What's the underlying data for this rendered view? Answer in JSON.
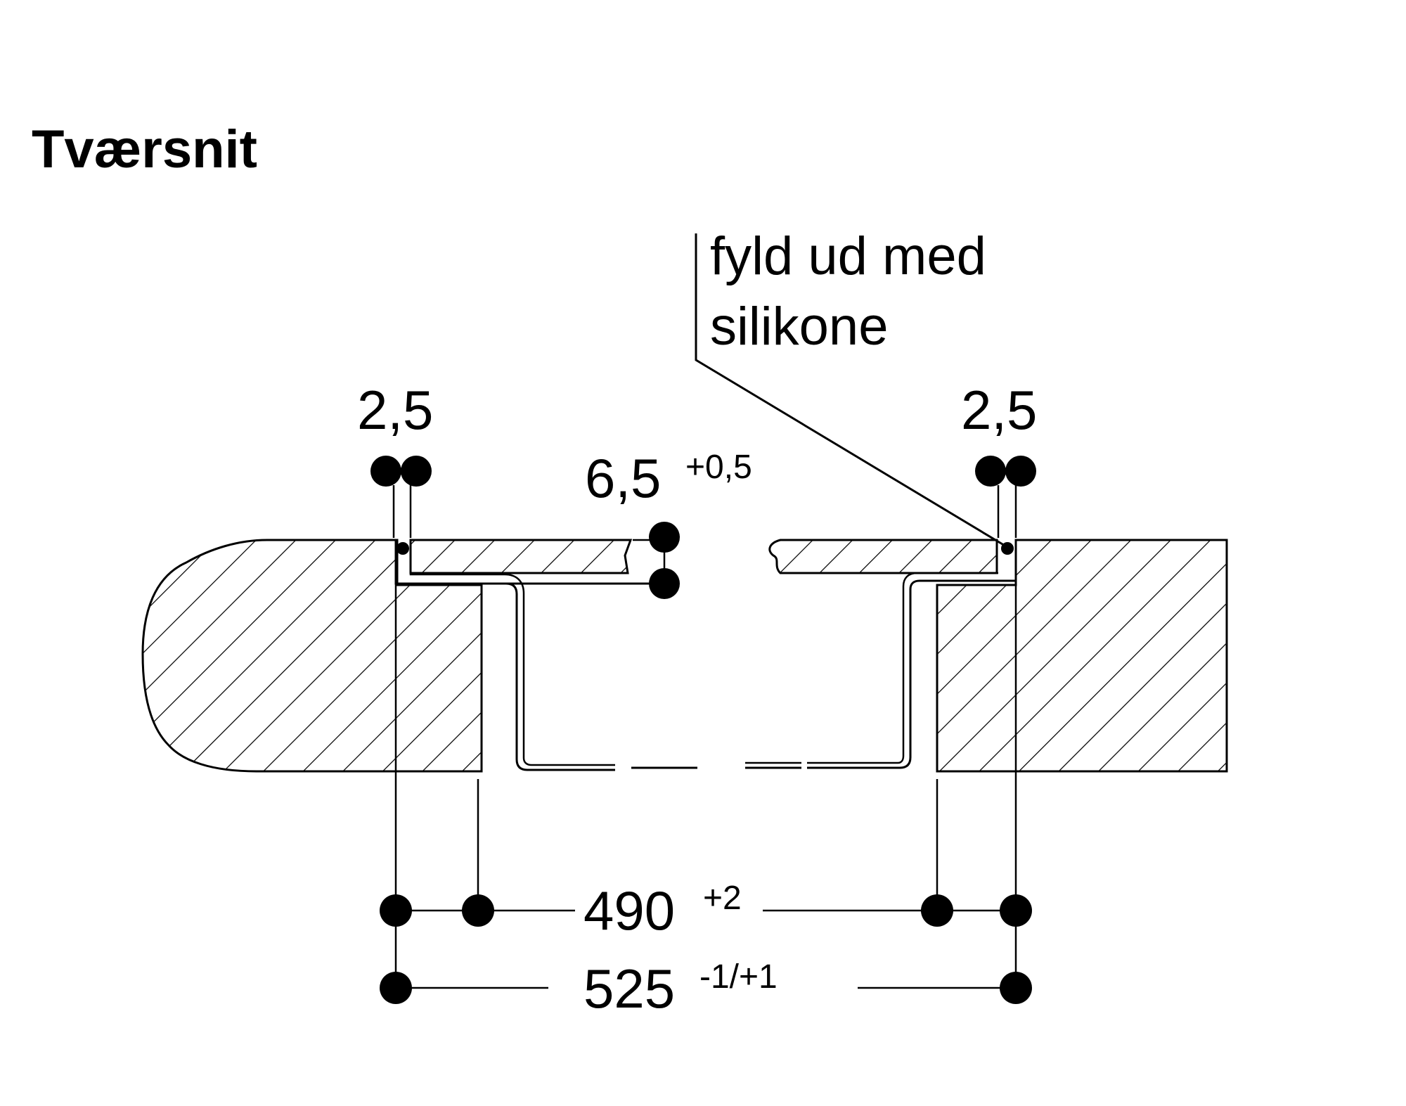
{
  "title": "Tværsnit",
  "note": {
    "line1": "fyld ud med",
    "line2": "silikone"
  },
  "dimensions": {
    "gap_left": "2,5",
    "gap_right": "2,5",
    "thickness_value": "6,5",
    "thickness_tol": "+0,5",
    "cutout_value": "490",
    "cutout_tol": "+2",
    "overall_value": "525",
    "overall_tol": "-1/+1"
  }
}
